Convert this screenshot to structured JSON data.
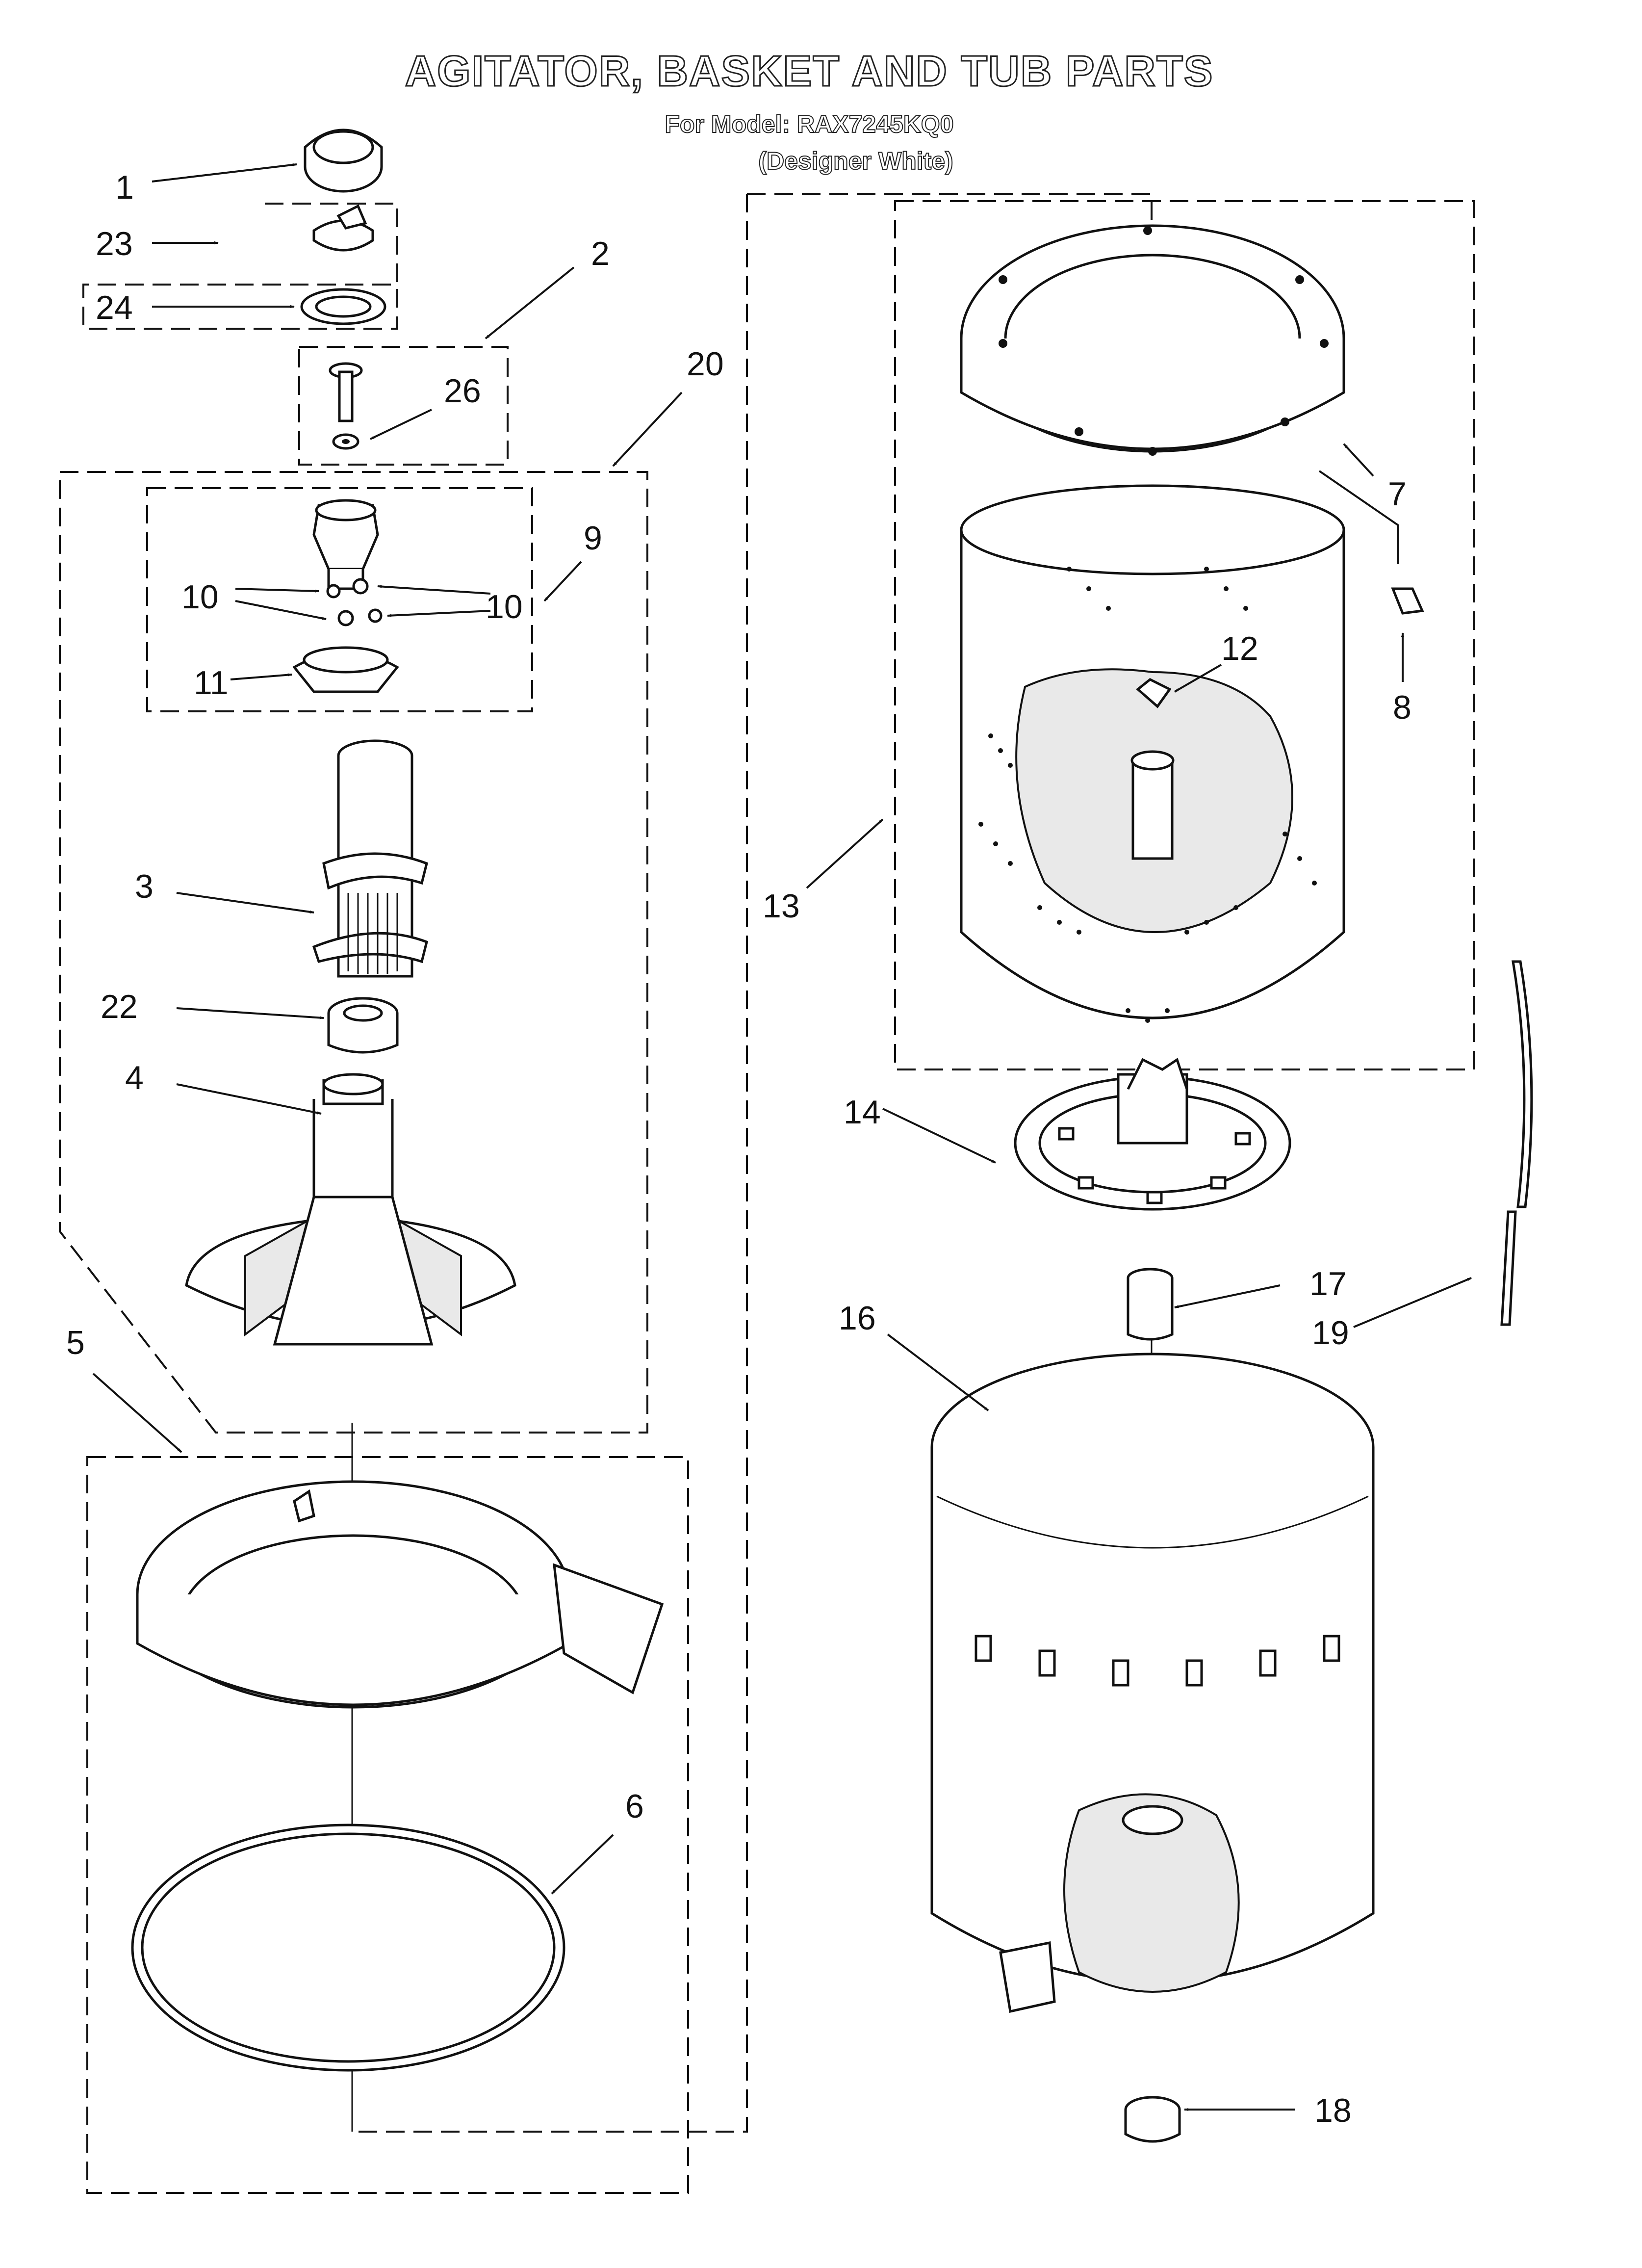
{
  "header": {
    "title": "AGITATOR, BASKET AND TUB PARTS",
    "model_line": "For Model: RAX7245KQ0",
    "variant_line": "(Designer White)"
  },
  "callouts": [
    "1",
    "23",
    "24",
    "2",
    "26",
    "20",
    "9",
    "10",
    "10",
    "11",
    "3",
    "22",
    "4",
    "5",
    "6",
    "7",
    "8",
    "12",
    "13",
    "14",
    "17",
    "19",
    "16",
    "18"
  ]
}
